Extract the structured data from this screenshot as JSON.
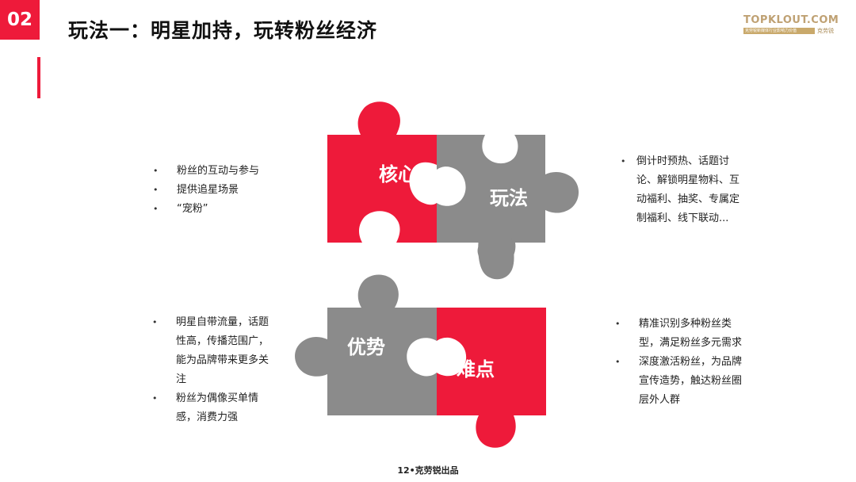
{
  "header": {
    "section_number": "02",
    "title": "玩法一：明星加持，玩转粉丝经济",
    "logo_main": "TOPKLOUT.COM",
    "logo_sub": "克劳锐新媒体行业影响力价值",
    "logo_brand": "克劳锐"
  },
  "puzzle": {
    "core_label": "核心",
    "play_label": "玩法",
    "advantage_label": "优势",
    "difficulty_label": "难点"
  },
  "core_points": [
    "粉丝的互动与参与",
    "提供追星场景",
    "“宠粉”"
  ],
  "play_points": [
    "倒计时预热、话题讨论、解锁明星物料、互动福利、抽奖、专属定制福利、线下联动..."
  ],
  "advantage_points": [
    "明星自带流量，话题性高，传播范围广，能为品牌带来更多关注",
    "粉丝为偶像买单情感，消费力强"
  ],
  "difficulty_points": [
    "精准识别多种粉丝类型，满足粉丝多元需求",
    "深度激活粉丝，为品牌宣传造势，触达粉丝圈层外人群"
  ],
  "footer": "12•克劳锐出品",
  "colors": {
    "accent": "#ee1a3a",
    "gray": "#8b8b8b"
  }
}
